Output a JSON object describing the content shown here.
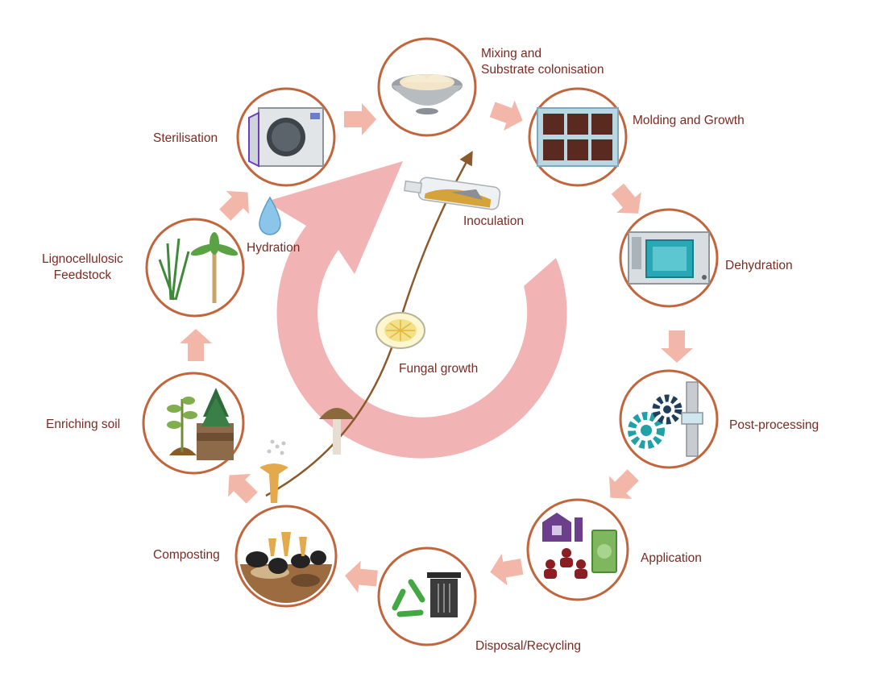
{
  "stages": {
    "mixing": {
      "line1": "Mixing and",
      "line2": "Substrate colonisation"
    },
    "molding": "Molding and Growth",
    "dehydration": "Dehydration",
    "post_processing": "Post-processing",
    "application": "Application",
    "disposal": "Disposal/Recycling",
    "composting": "Composting",
    "enriching": "Enriching soil",
    "feedstock": {
      "line1": "Lignocellulosic",
      "line2": "Feedstock"
    },
    "sterilisation": "Sterilisation"
  },
  "inner": {
    "hydration": "Hydration",
    "inoculation": "Inoculation",
    "fungal_growth": "Fungal growth"
  },
  "icons": {
    "mixing": "mixing-bowl-icon",
    "molding": "mold-tray-icon",
    "dehydration": "oven-icon",
    "post_processing": "gears-icon",
    "application": "barn-people-money-icon",
    "disposal": "recycle-trash-icon",
    "composting": "compost-mushrooms-icon",
    "enriching": "plants-soil-icon",
    "feedstock": "grass-palm-icon",
    "sterilisation": "autoclave-icon"
  },
  "colors": {
    "ring_stroke": "#c0653c",
    "flow_arrow": "#f3b7aa",
    "big_arrow": "#eea6a6",
    "label_text": "#7a2b22",
    "thread": "#8b5a2b"
  }
}
